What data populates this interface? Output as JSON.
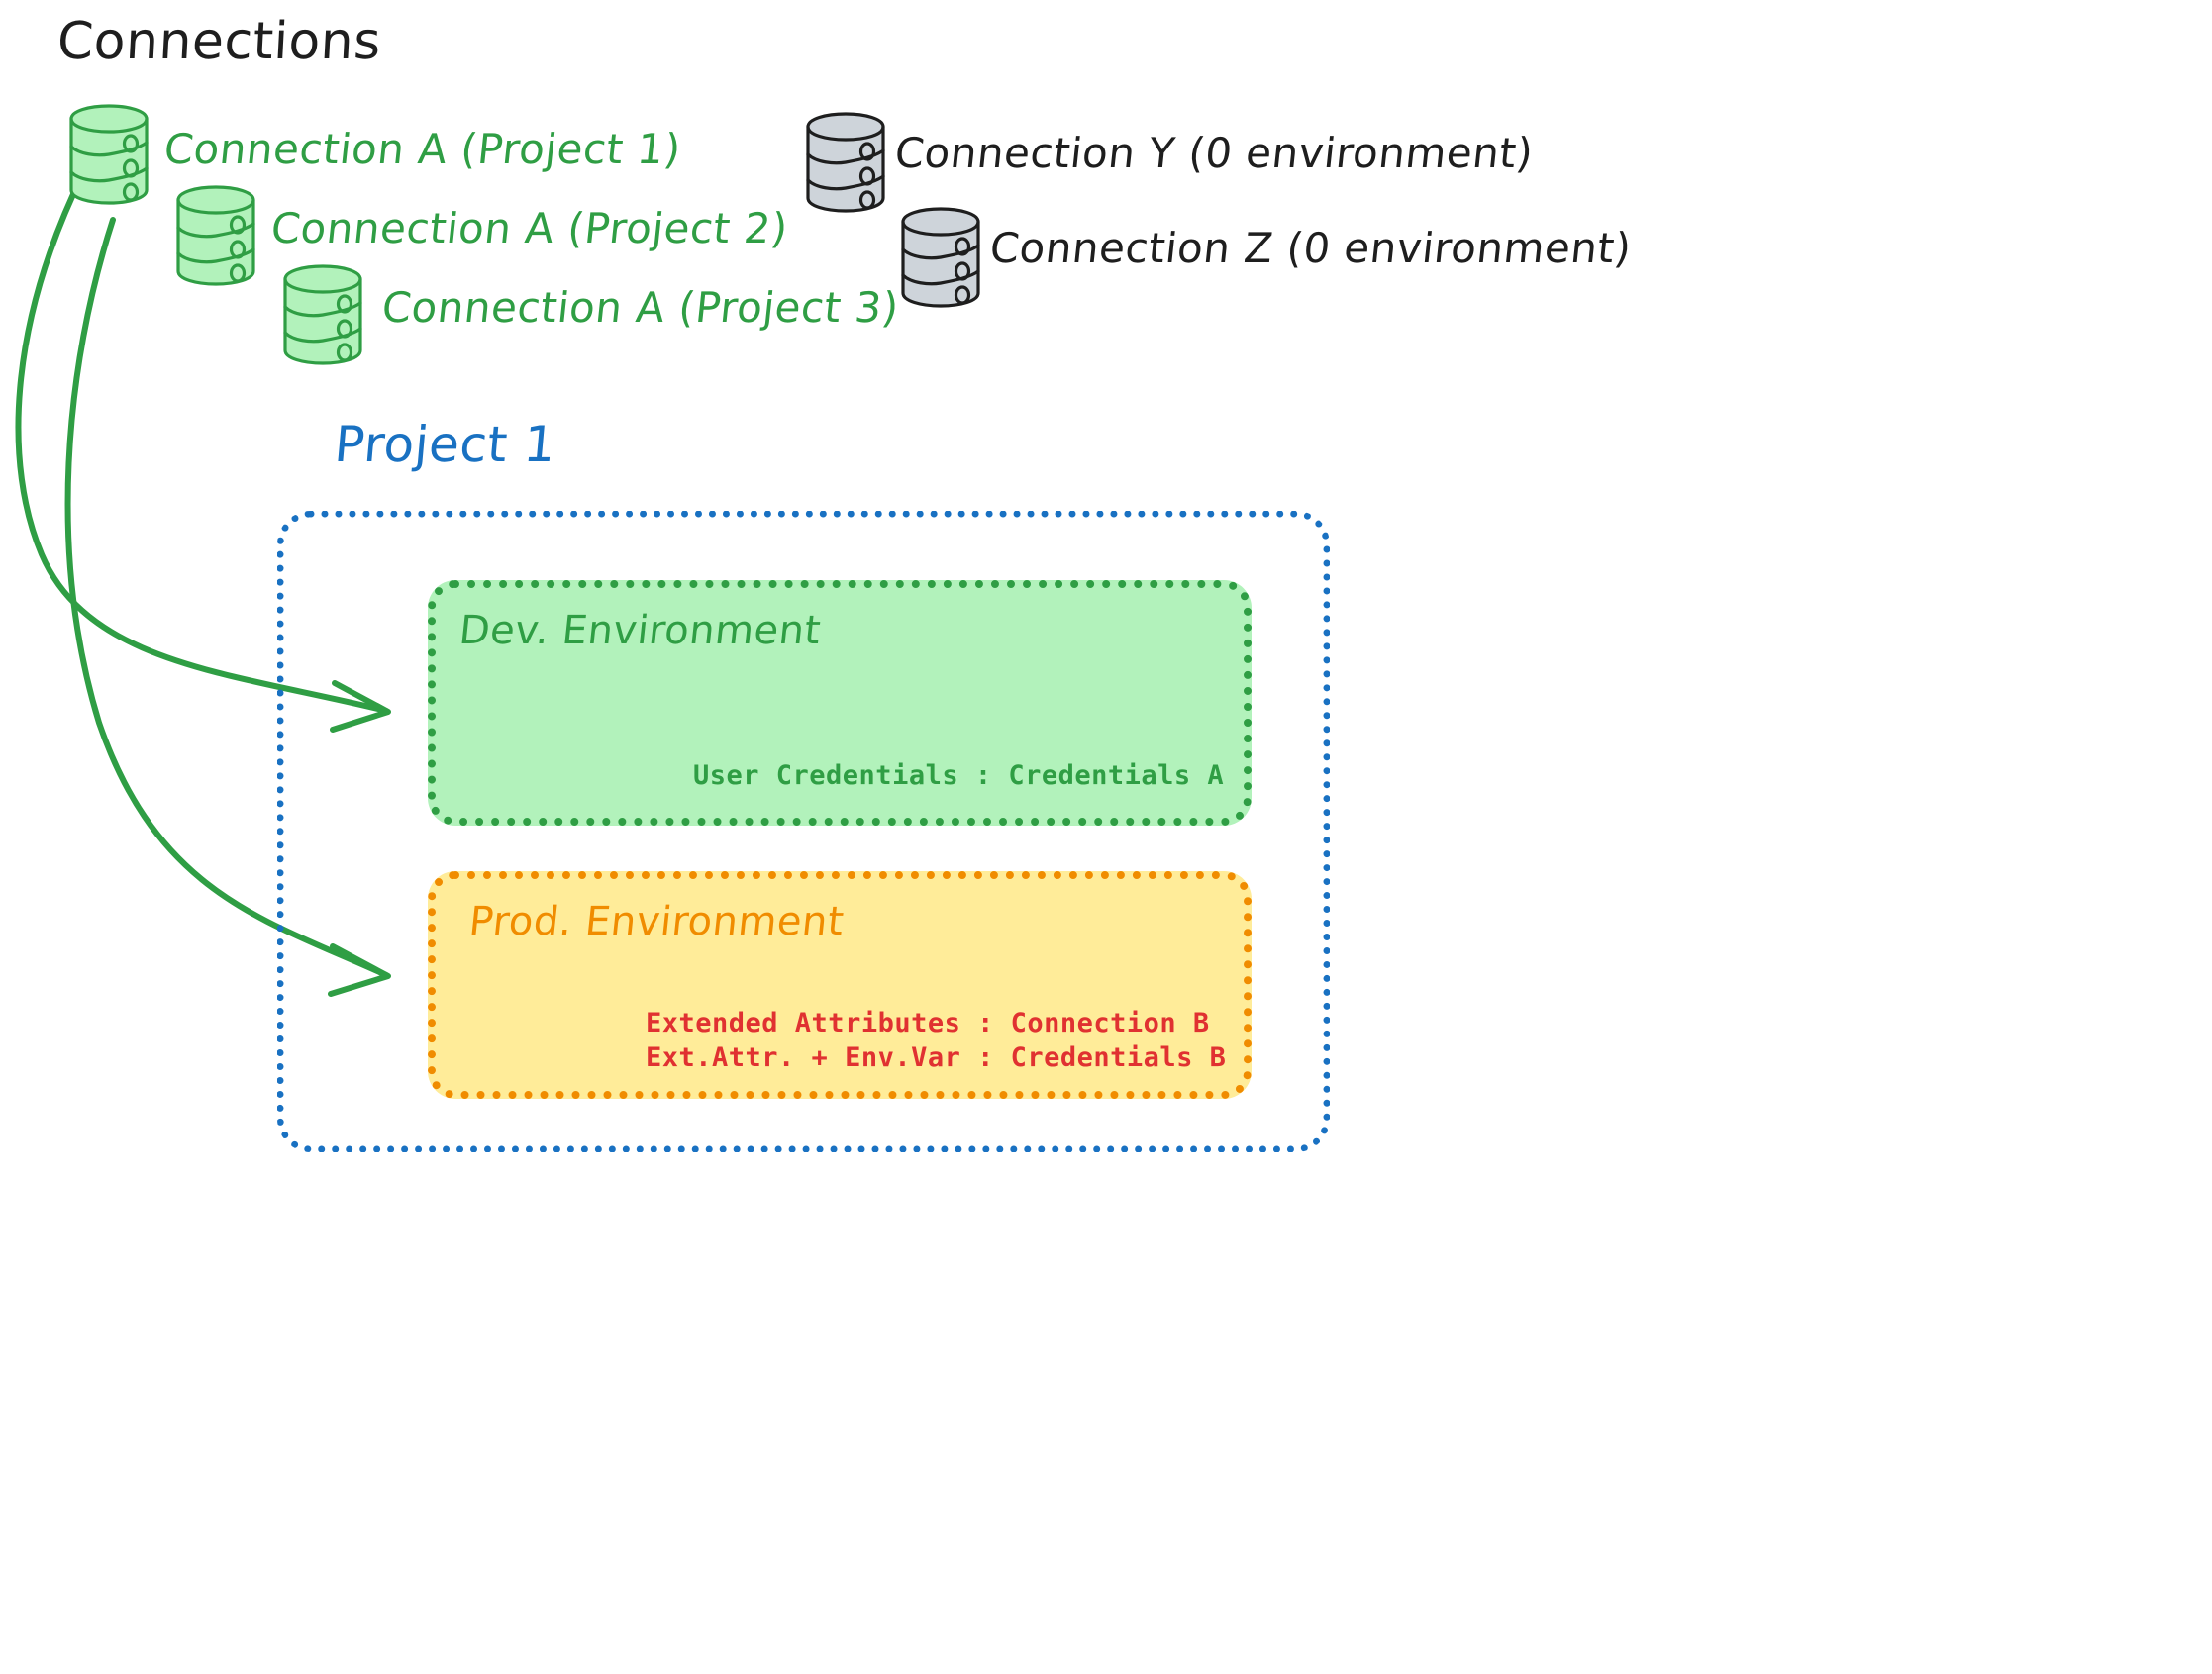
{
  "diagram": {
    "title": "Connections",
    "style": "hand-drawn",
    "colors": {
      "green_stroke": "#2f9e44",
      "green_fill": "#b2f2bb",
      "gray_stroke": "#1e1e1e",
      "gray_fill": "#ced4da",
      "blue": "#1971c2",
      "orange": "#f08c00",
      "yellow_fill": "#ffec99",
      "red": "#e03131",
      "black": "#1e1e1e"
    }
  },
  "connections": {
    "heading": "Connections",
    "green_items": [
      {
        "label": "Connection A (Project 1)",
        "icon": "database-icon",
        "color": "green"
      },
      {
        "label": "Connection A (Project 2)",
        "icon": "database-icon",
        "color": "green"
      },
      {
        "label": "Connection A (Project 3)",
        "icon": "database-icon",
        "color": "green"
      }
    ],
    "gray_items": [
      {
        "label": "Connection Y (0 environment)",
        "icon": "database-icon",
        "color": "gray"
      },
      {
        "label": "Connection Z (0 environment)",
        "icon": "database-icon",
        "color": "gray"
      }
    ]
  },
  "project": {
    "title": "Project 1",
    "environments": [
      {
        "name": "Dev. Environment",
        "color": "green",
        "rows": [
          "User Credentials : Credentials A"
        ]
      },
      {
        "name": "Prod. Environment",
        "color": "orange",
        "rows": [
          "Extended Attributes : Connection B",
          "Ext.Attr. + Env.Var : Credentials B"
        ]
      }
    ]
  },
  "arrows": [
    {
      "name": "arrow-to-dev-environment",
      "from": "Connection A (Project 1)",
      "to": "Dev. Environment"
    },
    {
      "name": "arrow-to-prod-environment",
      "from": "Connection A (Project 1)",
      "to": "Prod. Environment"
    }
  ]
}
